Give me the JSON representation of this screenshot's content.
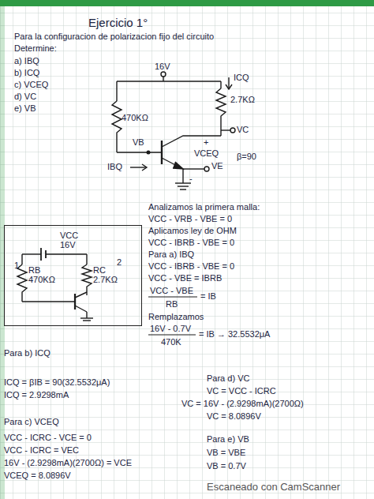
{
  "diagram": {
    "title": "Ejercicio 1°",
    "nodes": [
      {
        "text": [
          "VCC",
          "16V",
          "1",
          "2",
          "RB",
          "470KΩ",
          "RC",
          "2.7KΩ"
        ]
      }
    ],
    "labels": [
      "Para la configuracion de polarizacion fijo del circuito",
      "Determine:",
      "a) IBQ",
      "b) ICQ",
      "c) VCEQ",
      "d) VC",
      "e) VB",
      "16V",
      "ICQ",
      "2.7KΩ",
      "470KΩ",
      "VC",
      "VB",
      "+",
      "IBQ",
      "VCEQ",
      "-",
      "VE",
      "β=90",
      "Analizamos la primera malla:",
      "VCC - VRB - VBE = 0",
      "Aplicamos ley de OHM",
      "VCC - IBRB - VBE = 0",
      "Para a) IBQ",
      "VCC - IBRB - VBE = 0",
      "VCC - VBE = IBRB",
      "VCC - VBE",
      "= IB",
      "RB",
      "Remplazamos",
      "16V - 0.7V",
      "= IB → 32.5532μA",
      "470K",
      "Para b) ICQ",
      "ICQ = βIB = 90(32.5532μA)",
      "ICQ = 2.9298mA",
      "Para c) VCEQ",
      "VCC - ICRC - VCE = 0",
      "VCC - ICRC = VEC",
      "16V - (2.9298mA)(2700Ω) = VCE",
      "VCEQ = 8.0896V",
      "Para d) VC",
      "VC = VCC - ICRC",
      "VC = 16V - (2.9298mA)(2700Ω)",
      "VC = 8.0896V",
      "Para e) VB",
      "VB = VBE",
      "VB = 0.7V",
      "Escaneado con CamScanner"
    ]
  }
}
